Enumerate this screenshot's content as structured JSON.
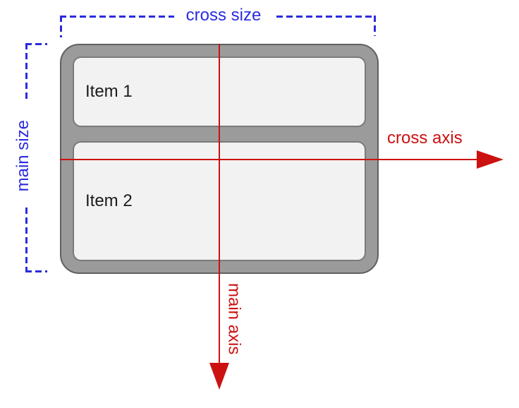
{
  "diagram": {
    "type": "flexbox-axes-diagram",
    "labels": {
      "cross_size": "cross size",
      "main_size": "main size",
      "cross_axis": "cross axis",
      "main_axis": "main axis"
    },
    "items": [
      {
        "label": "Item 1"
      },
      {
        "label": "Item 2"
      }
    ],
    "colors": {
      "size-label": "#2b2bdf",
      "axis-label": "#cc1111",
      "container-fill": "#9b9b9b",
      "container-border": "#606060",
      "item-fill": "#f2f2f2",
      "item-border": "#7a7a7a",
      "item-text": "#1c1c1c"
    }
  }
}
